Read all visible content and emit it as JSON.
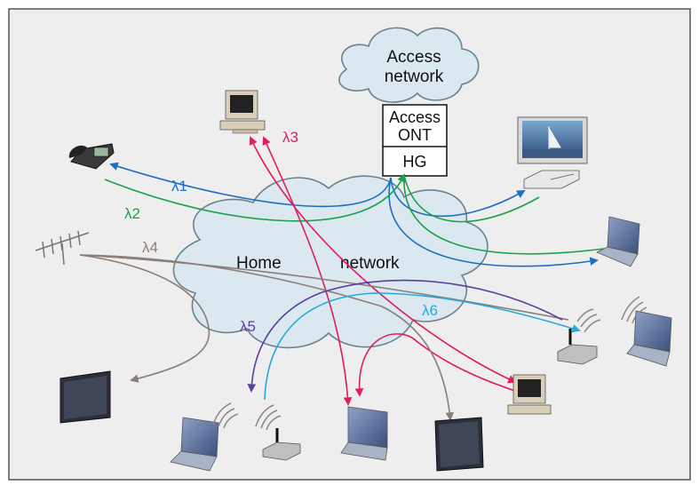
{
  "access_cloud": {
    "line1": "Access",
    "line2": "network"
  },
  "gateway": {
    "access_line1": "Access",
    "access_line2": "ONT",
    "hg": "HG"
  },
  "home_network": {
    "word1": "Home",
    "word2": "network"
  },
  "wavelengths": [
    {
      "label": "λ1",
      "color": "#1f6fc1"
    },
    {
      "label": "λ2",
      "color": "#1aa14a"
    },
    {
      "label": "λ3",
      "color": "#e01e5a"
    },
    {
      "label": "λ4",
      "color": "#8a7f78"
    },
    {
      "label": "λ5",
      "color": "#5a3f9e"
    },
    {
      "label": "λ6",
      "color": "#26a9e0"
    }
  ],
  "colors": {
    "background": "#eeeeee",
    "cloud_fill": "#dbe8ef",
    "cloud_stroke": "#6a8290"
  },
  "devices": [
    "telephone-icon",
    "desktop-pc-icon",
    "television-icon",
    "set-top-box-icon",
    "laptop-icon",
    "antenna-icon",
    "wireless-access-point-icon",
    "flat-tv-icon"
  ]
}
